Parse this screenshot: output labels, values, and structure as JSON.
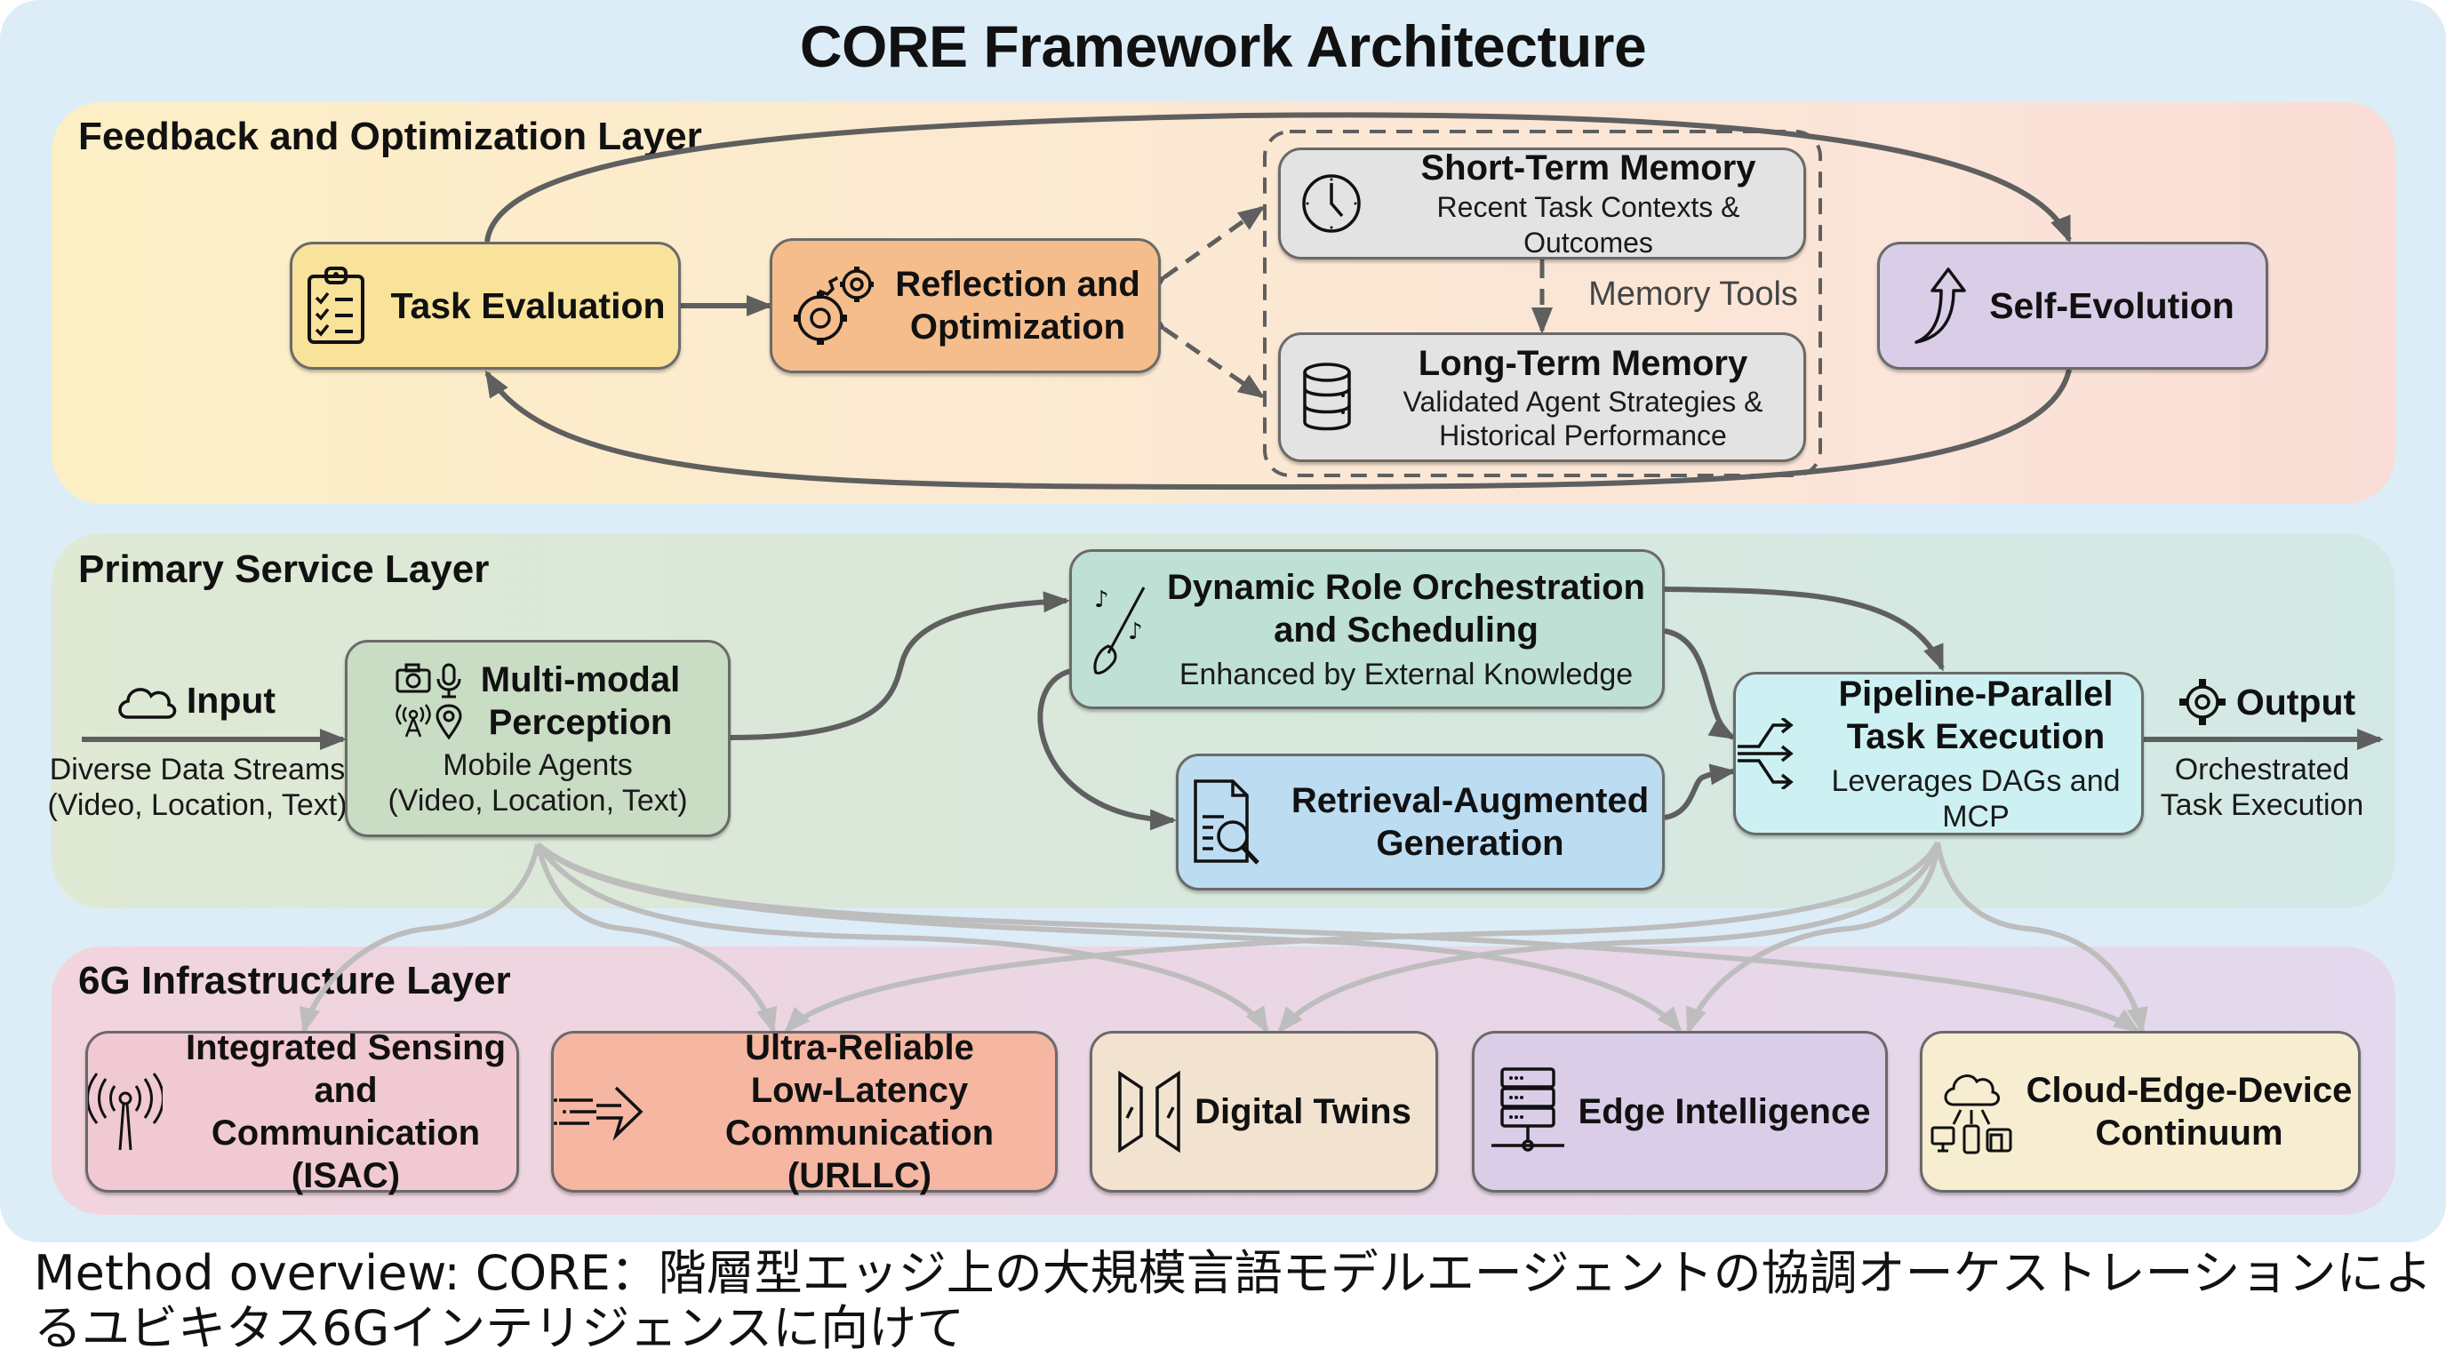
{
  "title": "CORE Framework Architecture",
  "layers": {
    "feedback": {
      "label": "Feedback and Optimization Layer",
      "task_evaluation": {
        "title": "Task Evaluation",
        "icon": "clipboard-checklist-icon"
      },
      "reflection": {
        "title_line1": "Reflection and",
        "title_line2": "Optimization",
        "icon": "gears-icon"
      },
      "short_term_memory": {
        "title": "Short-Term Memory",
        "subtitle": "Recent Task Contexts & Outcomes",
        "icon": "clock-icon"
      },
      "long_term_memory": {
        "title": "Long-Term Memory",
        "subtitle_line1": "Validated Agent Strategies &",
        "subtitle_line2": "Historical Performance",
        "icon": "database-icon"
      },
      "memory_tools_label": "Memory Tools",
      "self_evolution": {
        "title": "Self-Evolution",
        "icon": "curved-up-arrow-icon"
      }
    },
    "primary": {
      "label": "Primary Service Layer",
      "input": {
        "title": "Input",
        "desc_line1": "Diverse Data Streams",
        "desc_line2": "(Video, Location, Text)",
        "icon": "cloud-icon"
      },
      "perception": {
        "title_line1": "Multi-modal",
        "title_line2": "Perception",
        "subtitle_line1": "Mobile Agents",
        "subtitle_line2": "(Video, Location, Text)",
        "icons": [
          "camera-icon",
          "microphone-icon",
          "antenna-icon",
          "location-pin-icon"
        ]
      },
      "orchestration": {
        "title_line1": "Dynamic Role Orchestration",
        "title_line2": "and Scheduling",
        "subtitle": "Enhanced by External Knowledge",
        "icon": "conductor-baton-icon"
      },
      "rag": {
        "title_line1": "Retrieval-Augmented",
        "title_line2": "Generation",
        "icon": "document-search-icon"
      },
      "pipeline": {
        "title_line1": "Pipeline-Parallel",
        "title_line2": "Task Execution",
        "subtitle": "Leverages DAGs and MCP",
        "icon": "branching-arrows-icon"
      },
      "output": {
        "title": "Output",
        "desc_line1": "Orchestrated",
        "desc_line2": "Task Execution",
        "icon": "gear-icon"
      }
    },
    "infra": {
      "label": "6G Infrastructure Layer",
      "items": [
        {
          "lines": [
            "Integrated Sensing",
            "and Communication",
            "(ISAC)"
          ],
          "icon": "antenna-icon",
          "color": "#f1c9d2"
        },
        {
          "lines": [
            "Ultra-Reliable",
            "Low-Latency",
            "Communication (URLLC)"
          ],
          "icon": "speed-arrow-icon",
          "color": "#f5b6a2"
        },
        {
          "lines": [
            "Digital Twins"
          ],
          "icon": "mirror-panels-icon",
          "color": "#f1e3cf"
        },
        {
          "lines": [
            "Edge Intelligence"
          ],
          "icon": "server-icon",
          "color": "#d9cde8"
        },
        {
          "lines": [
            "Cloud-Edge-Device",
            "Continuum"
          ],
          "icon": "cloud-devices-icon",
          "color": "#f7edd1"
        }
      ]
    }
  },
  "colors": {
    "task_evaluation": "#f9e39b",
    "reflection": "#f5bd8c",
    "memory": "#e3e3e3",
    "self_evolution": "#d9cde8",
    "perception": "#c9dcc4",
    "orchestration": "#bfe0d5",
    "rag": "#bcdcf2",
    "pipeline": "#cdf1f2",
    "arrow_dark": "#5f5f5f",
    "arrow_light": "#bdbdbd"
  },
  "caption": "Method overview: CORE：階層型エッジ上の大規模言語モデルエージェントの協調オーケストレーションによるユビキタス6Gインテリジェンスに向けて"
}
